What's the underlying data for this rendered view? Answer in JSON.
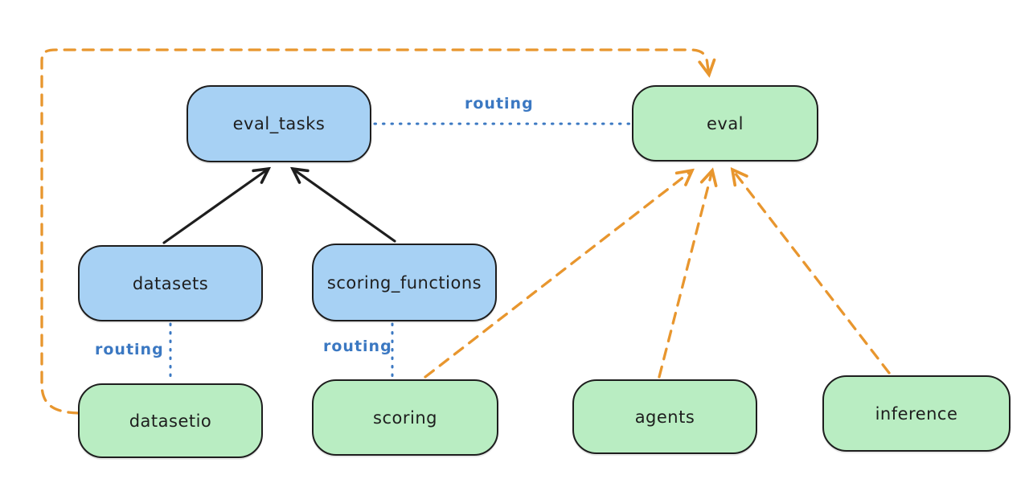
{
  "diagram": {
    "nodes": [
      {
        "id": "eval_tasks",
        "label": "eval_tasks",
        "fill": "blue"
      },
      {
        "id": "eval",
        "label": "eval",
        "fill": "green"
      },
      {
        "id": "datasets",
        "label": "datasets",
        "fill": "blue"
      },
      {
        "id": "scoring_functions",
        "label": "scoring_functions",
        "fill": "blue"
      },
      {
        "id": "datasetio",
        "label": "datasetio",
        "fill": "green"
      },
      {
        "id": "scoring",
        "label": "scoring",
        "fill": "green"
      },
      {
        "id": "agents",
        "label": "agents",
        "fill": "green"
      },
      {
        "id": "inference",
        "label": "inference",
        "fill": "green"
      }
    ],
    "edges": [
      {
        "from": "datasets",
        "to": "eval_tasks",
        "style": "solid-black-arrow",
        "label": ""
      },
      {
        "from": "scoring_functions",
        "to": "eval_tasks",
        "style": "solid-black-arrow",
        "label": ""
      },
      {
        "from": "eval_tasks",
        "to": "eval",
        "style": "dotted-blue",
        "label": "routing"
      },
      {
        "from": "datasets",
        "to": "datasetio",
        "style": "dotted-blue",
        "label": "routing"
      },
      {
        "from": "scoring_functions",
        "to": "scoring",
        "style": "dotted-blue",
        "label": "routing"
      },
      {
        "from": "datasetio",
        "to": "eval",
        "style": "dashed-orange-arrow",
        "label": ""
      },
      {
        "from": "scoring",
        "to": "eval",
        "style": "dashed-orange-arrow",
        "label": ""
      },
      {
        "from": "agents",
        "to": "eval",
        "style": "dashed-orange-arrow",
        "label": ""
      },
      {
        "from": "inference",
        "to": "eval",
        "style": "dashed-orange-arrow",
        "label": ""
      }
    ],
    "colors": {
      "node_blue_fill": "#a7d1f4",
      "node_green_fill": "#b9edc2",
      "node_border": "#1e1e1e",
      "arrow_black": "#1e1e1e",
      "arrow_orange": "#e8962e",
      "routing_blue": "#3b78c2",
      "background": "#ffffff"
    }
  }
}
